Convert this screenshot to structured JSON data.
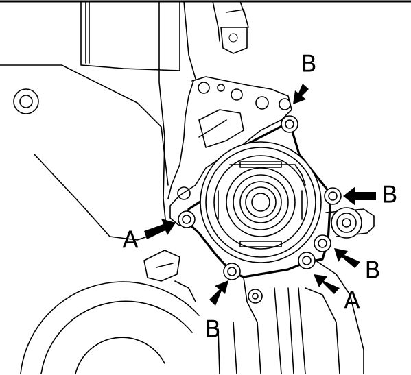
{
  "labels": {
    "top_b": "B",
    "right_b": "B",
    "lower_right_b": "B",
    "bottom_left_b": "B",
    "left_a": "A",
    "lower_right_a": "A"
  }
}
